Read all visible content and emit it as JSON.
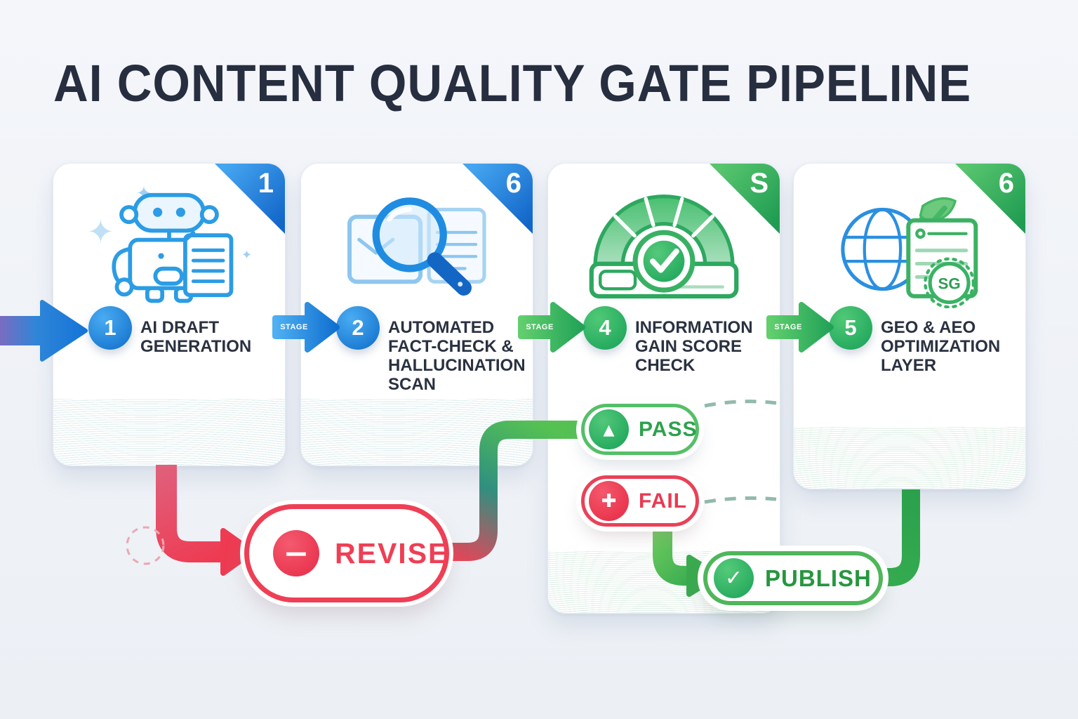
{
  "title": "AI CONTENT QUALITY GATE PIPELINE",
  "colors": {
    "background": "#f1f3f7",
    "accent_blue": "#1b7fdd",
    "accent_green": "#2fae5e",
    "accent_red": "#ee3f55",
    "title_navy": "#272e3f"
  },
  "stages": [
    {
      "corner_number": "1",
      "step_number": "1",
      "label": "AI DRAFT GENERATION",
      "icon": "robot-document-icon",
      "theme": "blue"
    },
    {
      "corner_number": "6",
      "step_number": "2",
      "label": "AUTOMATED FACT-CHECK & HALLUCINATION SCAN",
      "icon": "magnifier-documents-icon",
      "theme": "blue"
    },
    {
      "corner_number": "S",
      "step_number": "4",
      "label": "INFORMATION GAIN SCORE CHECK",
      "icon": "gauge-check-icon",
      "theme": "green"
    },
    {
      "corner_number": "6",
      "step_number": "5",
      "label": "GEO & AEO OPTIMIZATION LAYER",
      "icon": "globe-document-seal-icon",
      "theme": "green",
      "seal_text": "SG"
    }
  ],
  "connectors": {
    "stage_labels": [
      "STAGE",
      "STAGE",
      "STAGE"
    ]
  },
  "outcomes": {
    "revise": {
      "label": "REVISE",
      "icon": "minus-icon",
      "glyph": "−"
    },
    "pass": {
      "label": "PASS",
      "icon": "triangle-icon",
      "glyph": "▲"
    },
    "fail": {
      "label": "FAIL",
      "icon": "plus-icon",
      "glyph": "✚"
    },
    "publish": {
      "label": "PUBLISH",
      "icon": "check-icon",
      "glyph": "✓"
    }
  }
}
